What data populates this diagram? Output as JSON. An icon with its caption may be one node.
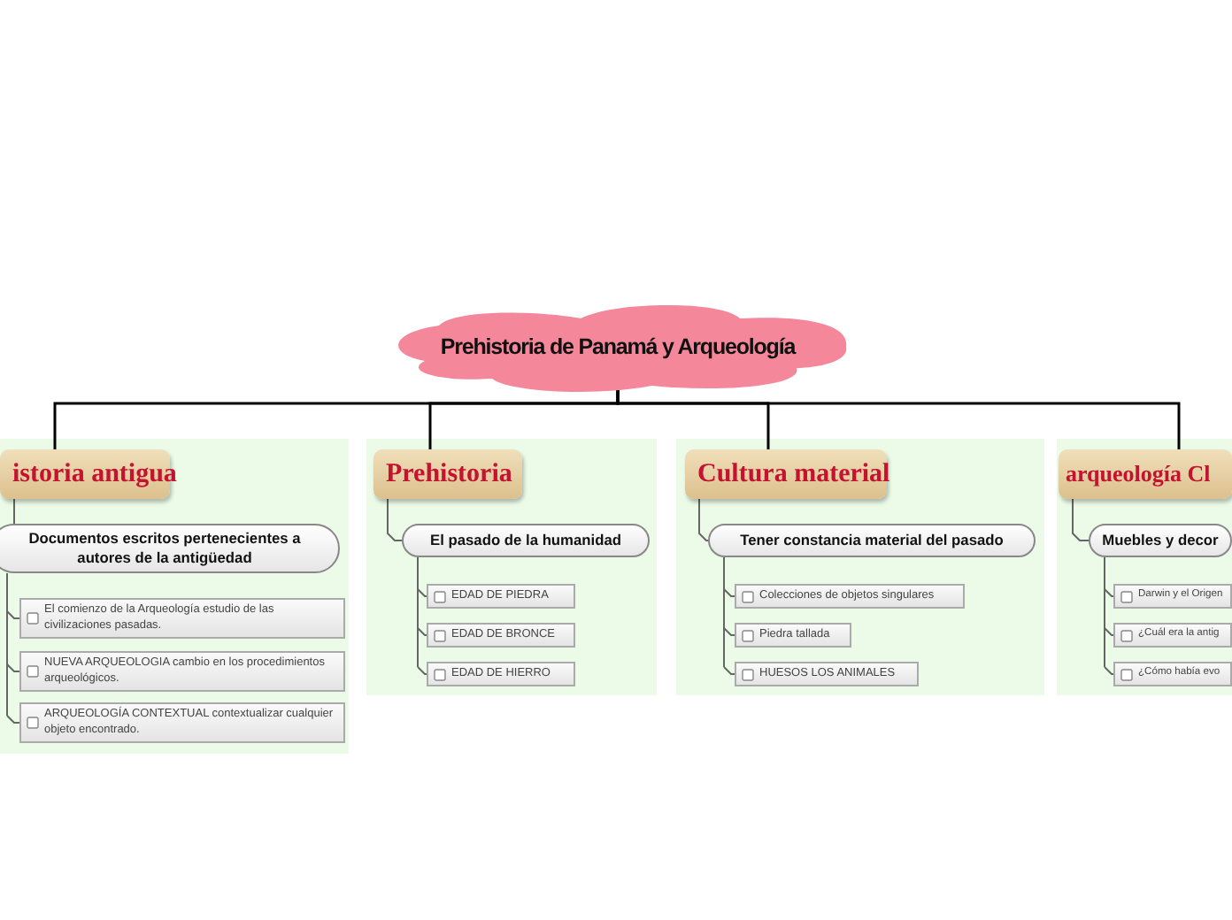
{
  "diagram": {
    "nodes": [
      {
        "text": [
          "Prehistoria de Panamá y Arqueología"
        ]
      },
      {
        "text": [
          "istoria antigua"
        ]
      },
      {
        "text": [
          "Documentos escritos pertenecientes a autores de la antigüedad"
        ]
      },
      {
        "text": [
          "El comienzo de la Arqueología estudio de las civilizaciones pasadas."
        ]
      },
      {
        "text": [
          "NUEVA ARQUEOLOGIA  cambio en los procedimientos arqueológicos."
        ]
      },
      {
        "text": [
          "ARQUEOLOGÍA CONTEXTUAL  contextualizar cualquier objeto encontrado."
        ]
      },
      {
        "text": [
          "Prehistoria"
        ]
      },
      {
        "text": [
          "El pasado de la humanidad"
        ]
      },
      {
        "text": [
          "EDAD DE PIEDRA"
        ]
      },
      {
        "text": [
          "EDAD DE BRONCE"
        ]
      },
      {
        "text": [
          "EDAD DE HIERRO"
        ]
      },
      {
        "text": [
          "Cultura material"
        ]
      },
      {
        "text": [
          "Tener constancia material del pasado"
        ]
      },
      {
        "text": [
          "Colecciones de objetos singulares"
        ]
      },
      {
        "text": [
          "Piedra tallada"
        ]
      },
      {
        "text": [
          "HUESOS LOS ANIMALES"
        ]
      },
      {
        "text": [
          "arqueología Cl"
        ]
      },
      {
        "text": [
          "Muebles y decor"
        ]
      },
      {
        "text": [
          "Darwin y el Origen"
        ]
      },
      {
        "text": [
          "¿Cuál era la antig"
        ]
      },
      {
        "text": [
          "¿Cómo había evo"
        ]
      }
    ],
    "edges": [
      {
        "from": 0,
        "to": 1,
        "arrow": "none",
        "color": "#000000"
      },
      {
        "from": 0,
        "to": 6,
        "arrow": "none",
        "color": "#000000"
      },
      {
        "from": 0,
        "to": 11,
        "arrow": "none",
        "color": "#000000"
      },
      {
        "from": 0,
        "to": 16,
        "arrow": "none",
        "color": "#000000"
      },
      {
        "from": 1,
        "to": 2,
        "arrow": "none"
      },
      {
        "from": 2,
        "to": 3,
        "arrow": "none"
      },
      {
        "from": 2,
        "to": 4,
        "arrow": "none"
      },
      {
        "from": 2,
        "to": 5,
        "arrow": "none"
      },
      {
        "from": 6,
        "to": 7,
        "arrow": "none"
      },
      {
        "from": 7,
        "to": 8,
        "arrow": "none"
      },
      {
        "from": 7,
        "to": 9,
        "arrow": "none"
      },
      {
        "from": 7,
        "to": 10,
        "arrow": "none"
      },
      {
        "from": 11,
        "to": 12,
        "arrow": "none"
      },
      {
        "from": 12,
        "to": 13,
        "arrow": "none"
      },
      {
        "from": 12,
        "to": 14,
        "arrow": "none"
      },
      {
        "from": 12,
        "to": 15,
        "arrow": "none"
      },
      {
        "from": 16,
        "to": 17,
        "arrow": "none"
      },
      {
        "from": 17,
        "to": 18,
        "arrow": "none"
      },
      {
        "from": 17,
        "to": 19,
        "arrow": "none"
      },
      {
        "from": 17,
        "to": 20,
        "arrow": "none"
      }
    ]
  }
}
